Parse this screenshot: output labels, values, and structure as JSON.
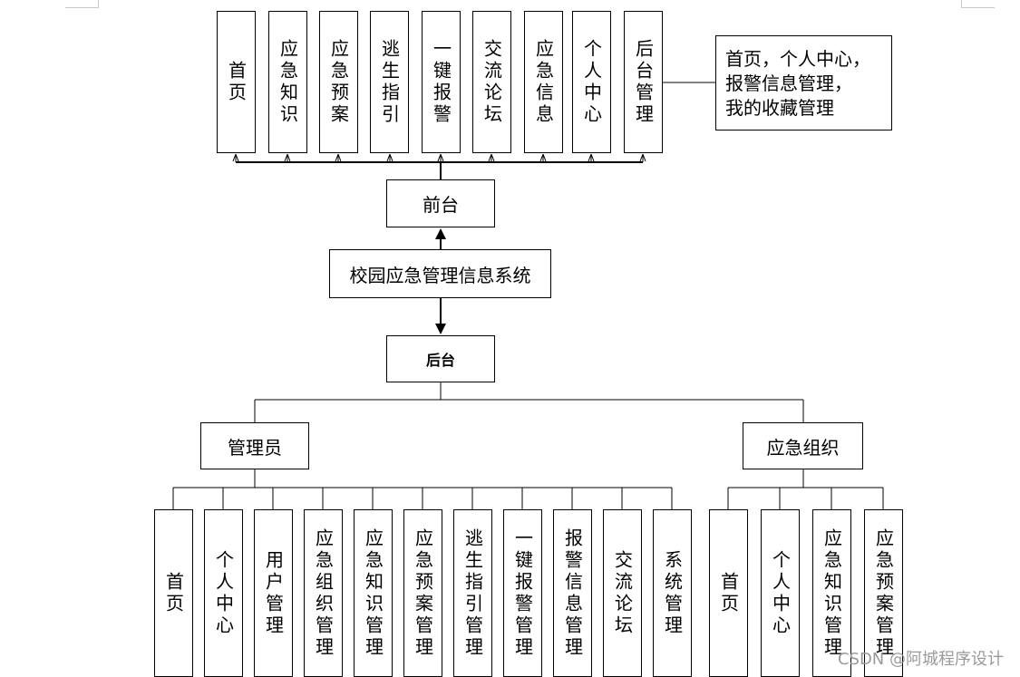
{
  "frontend_modules": [
    "首页",
    "应急知识",
    "应急预案",
    "逃生指引",
    "一键报警",
    "交流论坛",
    "应急信息",
    "个人中心",
    "后台管理"
  ],
  "frontend_note": [
    "首页，个人中心，",
    "报警信息管理，",
    "我的收藏管理"
  ],
  "frontend_label": "前台",
  "system_title": "校园应急管理信息系统",
  "backend_label": "后台",
  "roles": {
    "admin": "管理员",
    "org": "应急组织"
  },
  "admin_modules": [
    "首页",
    "个人中心",
    "用户管理",
    "应急组织管理",
    "应急知识管理",
    "应急预案管理",
    "逃生指引管理",
    "一键报警管理",
    "报警信息管理",
    "交流论坛",
    "系统管理"
  ],
  "org_modules": [
    "首页",
    "个人中心",
    "应急知识管理",
    "应急预案管理"
  ],
  "watermark": "CSDN @阿城程序设计"
}
